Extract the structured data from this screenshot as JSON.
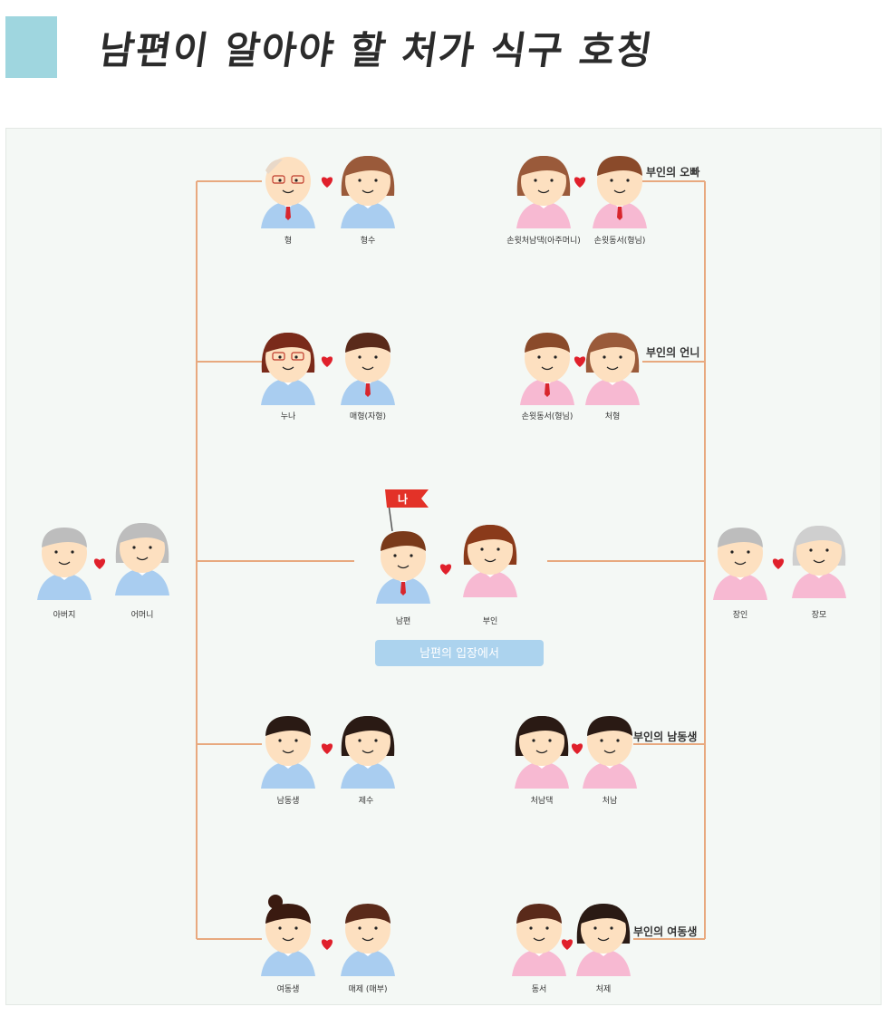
{
  "title": "남편이 알아야 할 처가 식구 호칭",
  "colors": {
    "header_block": "#9fd6df",
    "line": "#e8a97f",
    "heart": "#e0202b",
    "male_side_shirt": "#a9cdf0",
    "female_side_shirt": "#f7b9d2",
    "banner": "#acd3ee",
    "flag": "#e33228",
    "background": "#f4f8f5"
  },
  "center": {
    "me_flag": "나",
    "husband": "남편",
    "wife": "부인",
    "banner": "남편의 입장에서"
  },
  "husband_parents": {
    "father": "아버지",
    "mother": "어머니"
  },
  "wife_parents": {
    "father": "장인",
    "mother": "장모"
  },
  "husband_side": [
    {
      "person": "형",
      "spouse": "형수"
    },
    {
      "person": "누나",
      "spouse": "매형(자형)"
    },
    {
      "person": "남동생",
      "spouse": "제수"
    },
    {
      "person": "여동생",
      "spouse": "매제 (매부)"
    }
  ],
  "wife_side": [
    {
      "relation": "부인의 오빠",
      "spouse": "손윗처남댁(아주머니)",
      "person": "손윗동서(형님)"
    },
    {
      "relation": "부인의 언니",
      "person": "손윗동서(형님)",
      "spouse": "처형"
    },
    {
      "relation": "부인의 남동생",
      "spouse": "처남댁",
      "person": "처남"
    },
    {
      "relation": "부인의 여동생",
      "person": "동서",
      "spouse": "처제"
    }
  ]
}
